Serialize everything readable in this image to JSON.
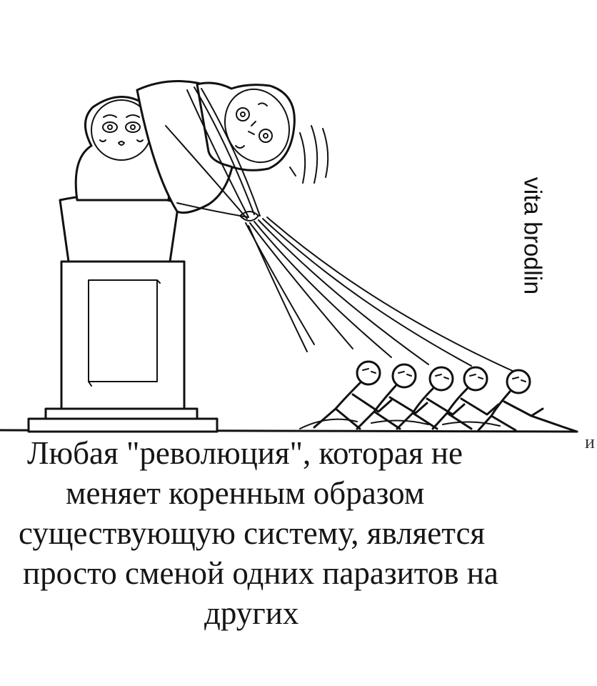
{
  "signature": "vita brodlin",
  "edge_letter": "и",
  "caption": {
    "line1": "Любая \"революция\", которая не",
    "line2": "меняет коренным образом",
    "line3": "существующую систему, является",
    "line4": "просто сменой одних паразитов на",
    "line5": "других"
  },
  "colors": {
    "ink": "#111111",
    "background": "#ffffff"
  }
}
